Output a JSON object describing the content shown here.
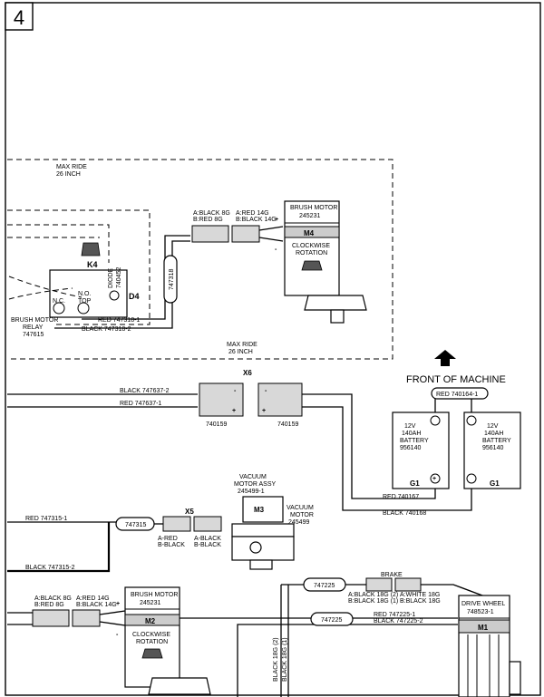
{
  "page_number": "4",
  "zone_upper": {
    "line1": "MAX RIDE",
    "line2": "26 INCH"
  },
  "zone_lower": {
    "line1": "MAX RIDE",
    "line2": "26 INCH"
  },
  "relay": {
    "ref": "K4",
    "no": "N.O.",
    "top": "TOP",
    "nc": "N.C.",
    "title1": "BRUSH MOTOR",
    "title2": "RELAY",
    "part": "747615"
  },
  "diode": {
    "ref": "D4",
    "text": "DIODE",
    "part": "740452"
  },
  "harness_upper": {
    "id": "747318",
    "red": "RED 747318-1",
    "black": "BLACK 747318-2"
  },
  "brush_motor_upper": {
    "title": "BRUSH MOTOR",
    "part": "245231",
    "ref": "M4",
    "rotation1": "CLOCKWISE",
    "rotation2": "ROTATION",
    "conn_left_a": "A:BLACK 8G",
    "conn_left_b": "B:RED 8G",
    "conn_right_a": "A:RED 14G",
    "conn_right_b": "B:BLACK 14G",
    "plus": "+",
    "minus": "-"
  },
  "x6": {
    "ref": "X6",
    "left_part": "740159",
    "right_part": "740159",
    "minus": "-",
    "plus": "+"
  },
  "wires_x6": {
    "black": "BLACK 747637-2",
    "red": "RED 747637-1"
  },
  "front_label": "FRONT OF MACHINE",
  "battery_link": "RED 740164-1",
  "battery_left": {
    "line1": "12V",
    "line2": "140AH",
    "line3": "BATTERY",
    "line4": "956140",
    "ref": "G1"
  },
  "battery_right": {
    "line1": "12V",
    "line2": "140AH",
    "line3": "BATTERY",
    "line4": "956140",
    "ref": "G1"
  },
  "battery_wires": {
    "red": "RED 740167",
    "black": "BLACK 740168"
  },
  "vacuum": {
    "assy1": "VACUUM",
    "assy2": "MOTOR ASSY",
    "assy_part": "245499-1",
    "ref": "M3",
    "motor1": "VACUUM",
    "motor2": "MOTOR",
    "motor_part": "245499",
    "x5": "X5",
    "harness": "747315",
    "left_a": "A-RED",
    "left_b": "B-BLACK",
    "right_a": "A-BLACK",
    "right_b": "B-BLACK"
  },
  "vac_wires": {
    "red": "RED 747315-1",
    "black": "BLACK 747315-2"
  },
  "brake": {
    "label": "BRAKE",
    "harness": "747225",
    "left_a": "A:BLACK 18G (2)",
    "left_b": "B:BLACK 18G (1)",
    "right_a": "A:WHITE 18G",
    "right_b": "B:BLACK 18G"
  },
  "harness_lower": "747225",
  "vertical_wires": {
    "w2": "BLACK 18G (2)",
    "w1": "BLACK 18G (1)"
  },
  "drive_wires": {
    "red": "RED 747225-1",
    "black": "BLACK 747225-2"
  },
  "drive_wheel": {
    "title": "DRIVE WHEEL",
    "part": "748523-1",
    "ref": "M1"
  },
  "brush_motor_lower": {
    "title": "BRUSH MOTOR",
    "part": "245231",
    "ref": "M2",
    "rotation1": "CLOCKWISE",
    "rotation2": "ROTATION",
    "conn_left_a": "A:BLACK 8G",
    "conn_left_b": "B:RED 8G",
    "conn_right_a": "A:RED 14G",
    "conn_right_b": "B:BLACK 14G",
    "plus": "+",
    "minus": "-"
  }
}
